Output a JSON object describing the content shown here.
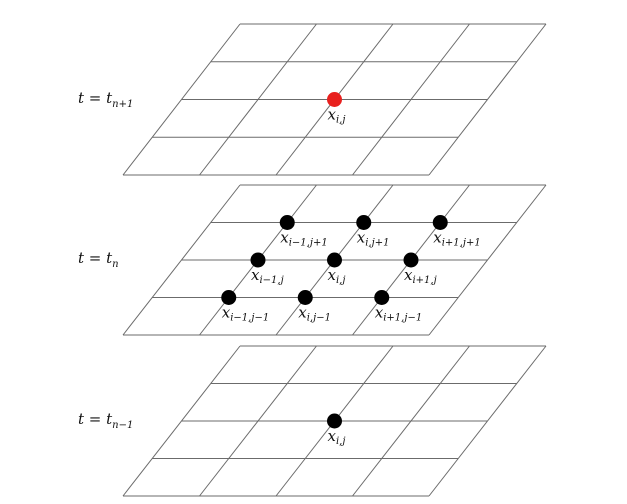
{
  "layers": [
    {
      "id": "next",
      "label": {
        "main": "t = t",
        "sub": "n+1"
      },
      "nodes": [
        {
          "col": 2,
          "row": 2,
          "color": "#e8201e",
          "label": {
            "main": "x",
            "sub": "i,j"
          }
        }
      ]
    },
    {
      "id": "current",
      "label": {
        "main": "t = t",
        "sub": "n"
      },
      "nodes": [
        {
          "col": 1,
          "row": 1,
          "color": "#000000",
          "label": {
            "main": "x",
            "sub": "i−1,j+1"
          }
        },
        {
          "col": 2,
          "row": 1,
          "color": "#000000",
          "label": {
            "main": "x",
            "sub": "i,j+1"
          }
        },
        {
          "col": 3,
          "row": 1,
          "color": "#000000",
          "label": {
            "main": "x",
            "sub": "i+1,j+1"
          }
        },
        {
          "col": 1,
          "row": 2,
          "color": "#000000",
          "label": {
            "main": "x",
            "sub": "i−1,j"
          }
        },
        {
          "col": 2,
          "row": 2,
          "color": "#000000",
          "label": {
            "main": "x",
            "sub": "i,j"
          }
        },
        {
          "col": 3,
          "row": 2,
          "color": "#000000",
          "label": {
            "main": "x",
            "sub": "i+1,j"
          }
        },
        {
          "col": 1,
          "row": 3,
          "color": "#000000",
          "label": {
            "main": "x",
            "sub": "i−1,j−1"
          }
        },
        {
          "col": 2,
          "row": 3,
          "color": "#000000",
          "label": {
            "main": "x",
            "sub": "i,j−1"
          }
        },
        {
          "col": 3,
          "row": 3,
          "color": "#000000",
          "label": {
            "main": "x",
            "sub": "i+1,j−1"
          }
        }
      ]
    },
    {
      "id": "previous",
      "label": {
        "main": "t = t",
        "sub": "n−1"
      },
      "nodes": [
        {
          "col": 2,
          "row": 2,
          "color": "#000000",
          "label": {
            "main": "x",
            "sub": "i,j"
          }
        }
      ]
    }
  ],
  "colors": {
    "grid": "#6b6b6b",
    "highlight": "#e8201e",
    "node": "#000000"
  }
}
